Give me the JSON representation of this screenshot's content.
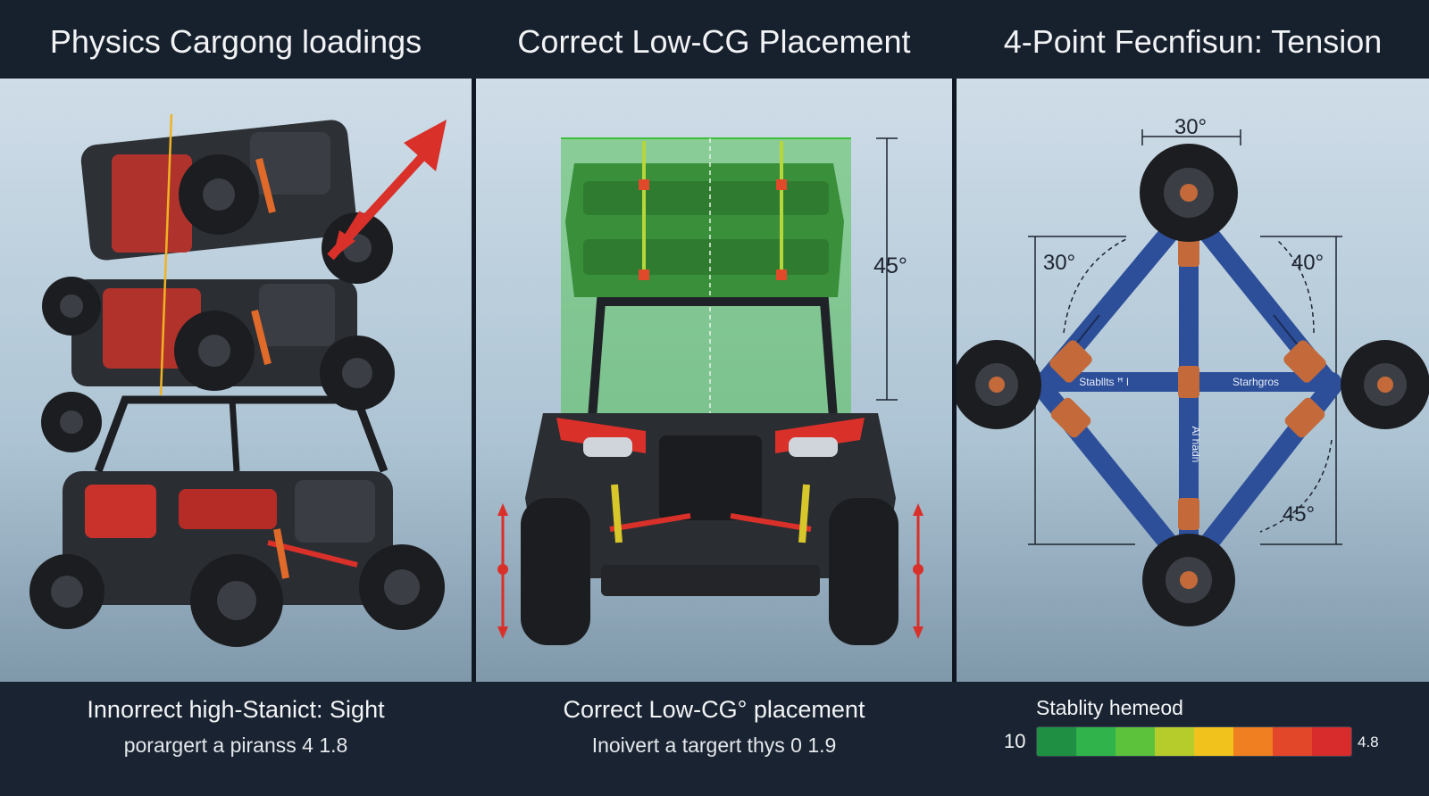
{
  "headers": {
    "panel1": "Physics Cargong loadings",
    "panel2": "Correct Low-CG Placement",
    "panel3": "4-Point Fecnfisun: Tension"
  },
  "panel2_labels": {
    "angle": "45°"
  },
  "panel3_labels": {
    "top_angle": "30°",
    "left_angle": "30°",
    "right_angle": "40°",
    "bottom_angle": "45°",
    "strap_left": "Stabllts ꟸ l",
    "strap_right": "Starhgros",
    "strap_vertical": "Al hadn"
  },
  "captions": {
    "panel1_line1": "Innorrect high-Stanict: Sight",
    "panel1_line2": "porargert a piranss 4 1.8",
    "panel2_line1": "Correct Low-CG° placement",
    "panel2_line2": "Inoivert a targert thys 0 1.9",
    "stability_title": "Stablity hemeod",
    "scale_min": "10",
    "scale_max": "4.8"
  },
  "colors": {
    "background": "#1b2431",
    "accent_red": "#d9302a",
    "accent_green": "#3fbf3a",
    "strap_blue": "#2d4f9a",
    "buckle_orange": "#c46a3a"
  },
  "stability_scale": [
    "#1f8f43",
    "#2fb34a",
    "#5cc23c",
    "#b5cc2a",
    "#f0c21b",
    "#ef7f20",
    "#e2472a",
    "#d82b2b"
  ]
}
